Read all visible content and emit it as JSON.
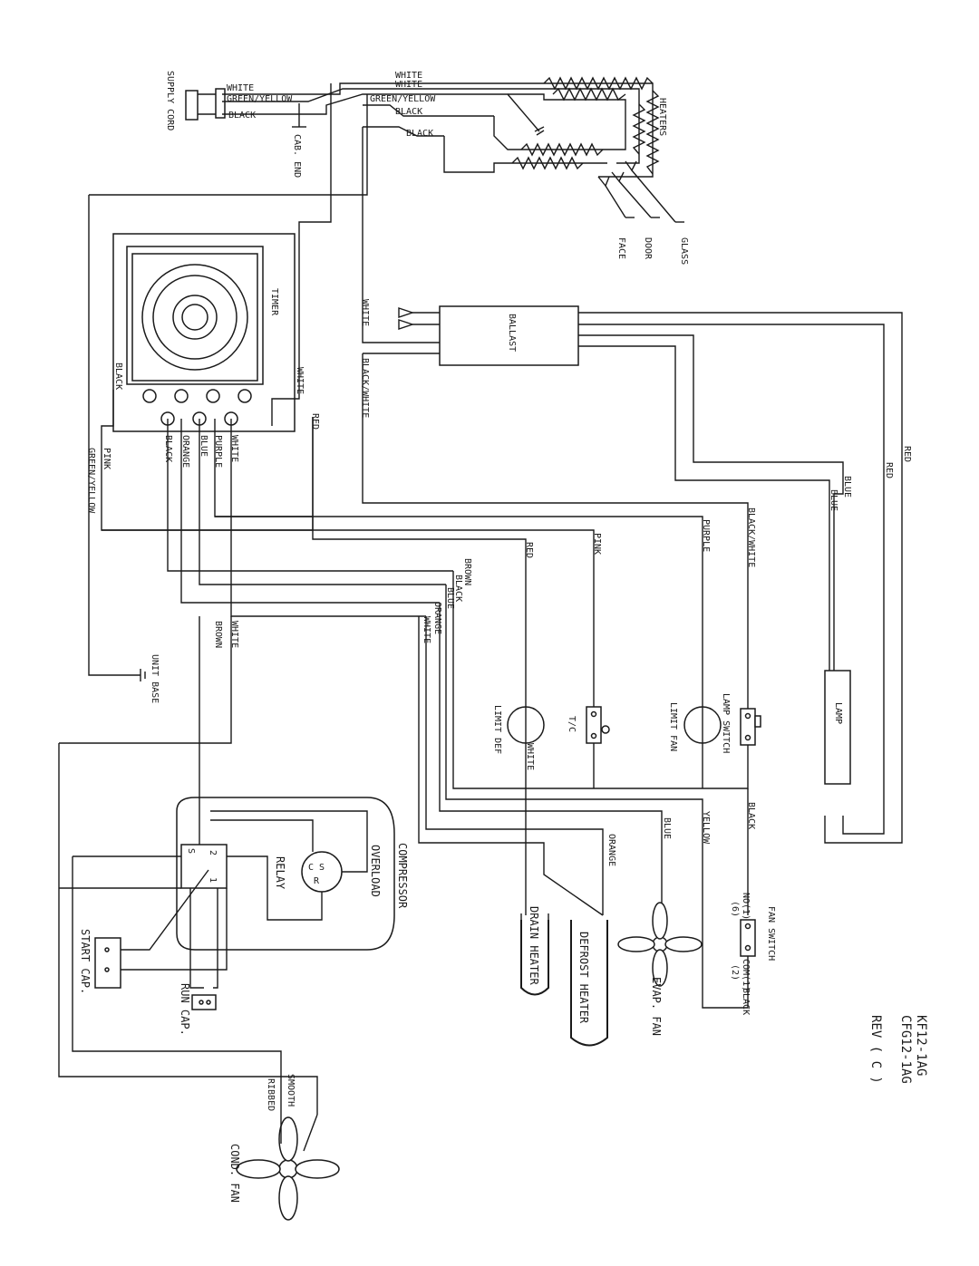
{
  "revision_block": {
    "model_1": "KF12-1AG",
    "model_2": "CFG12-1AG",
    "rev": "REV ( C )"
  },
  "labels": {
    "supply_cord": "SUPPLY CORD",
    "cab_end": "CAB. END",
    "heaters": "HEATERS",
    "face": "FACE",
    "door": "DOOR",
    "glass": "GLASS",
    "timer": "TIMER",
    "ballast": "BALLAST",
    "lamp": "LAMP",
    "lamp_switch": "LAMP SWITCH",
    "limit_fan": "LIMIT FAN",
    "limit_def": "LIMIT DEF",
    "tc": "T/C",
    "unit_base": "UNIT BASE",
    "compressor": "COMPRESSOR",
    "overload": "OVERLOAD",
    "relay": "RELAY",
    "start_cap": "START CAP.",
    "run_cap": "RUN CAP.",
    "drain_heater": "DRAIN HEATER",
    "defrost_heater": "DEFROST HEATER",
    "evap_fan": "EVAP. FAN",
    "fan_switch": "FAN SWITCH",
    "cond_fan": "COND. FAN",
    "smooth": "SMOOTH",
    "ribbed": "RIBBED",
    "relay_c": "C",
    "relay_s": "S",
    "relay_r": "R",
    "relay_term_s": "S",
    "relay_term_2": "2",
    "relay_term_1": "1",
    "fan_no": "NO(1)",
    "fan_no_pin": "(6)",
    "fan_com": "COM(1)",
    "fan_com_pin": "(2)"
  },
  "wires": {
    "white": "WHITE",
    "green_yellow": "GREEN/YELLOW",
    "black": "BLACK",
    "red": "RED",
    "pink": "PINK",
    "orange": "ORANGE",
    "blue": "BLUE",
    "purple": "PURPLE",
    "brown": "BROWN",
    "yellow": "YELLOW",
    "black_white": "BLACK/WHITE"
  }
}
